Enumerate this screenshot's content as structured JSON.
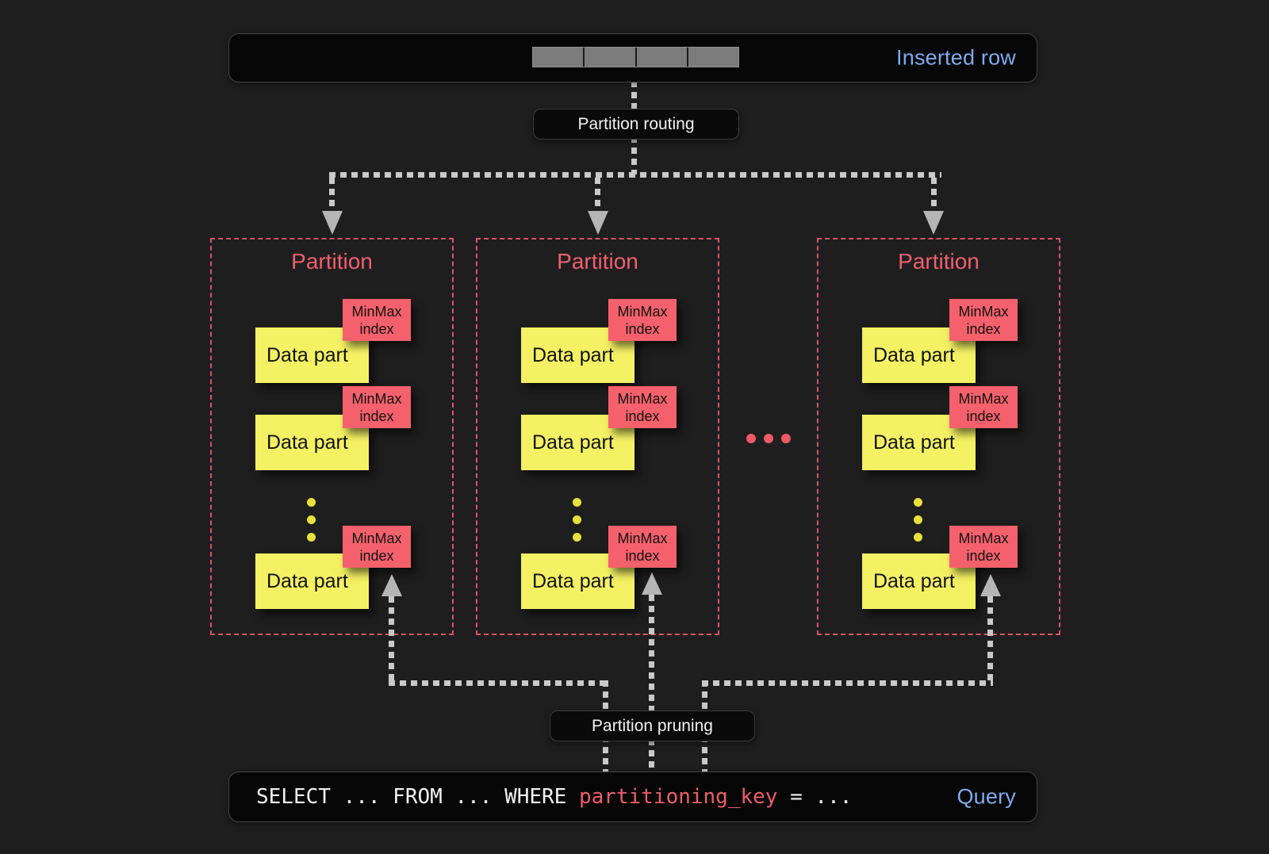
{
  "inserted_row": {
    "label": "Inserted row",
    "segment_count": 4
  },
  "labels": {
    "routing": "Partition routing",
    "pruning": "Partition pruning"
  },
  "partitions": [
    {
      "title": "Partition",
      "data_parts": [
        {
          "label": "Data part",
          "index_line1": "MinMax",
          "index_line2": "index"
        },
        {
          "label": "Data part",
          "index_line1": "MinMax",
          "index_line2": "index"
        },
        {
          "label": "Data part",
          "index_line1": "MinMax",
          "index_line2": "index"
        }
      ]
    },
    {
      "title": "Partition",
      "data_parts": [
        {
          "label": "Data part",
          "index_line1": "MinMax",
          "index_line2": "index"
        },
        {
          "label": "Data part",
          "index_line1": "MinMax",
          "index_line2": "index"
        },
        {
          "label": "Data part",
          "index_line1": "MinMax",
          "index_line2": "index"
        }
      ]
    },
    {
      "title": "Partition",
      "data_parts": [
        {
          "label": "Data part",
          "index_line1": "MinMax",
          "index_line2": "index"
        },
        {
          "label": "Data part",
          "index_line1": "MinMax",
          "index_line2": "index"
        },
        {
          "label": "Data part",
          "index_line1": "MinMax",
          "index_line2": "index"
        }
      ]
    }
  ],
  "ellipsis": {
    "between_partitions": "...",
    "between_data_parts": "..."
  },
  "query": {
    "sql_prefix": "SELECT ... FROM ... WHERE ",
    "sql_key": "partitioning_key",
    "sql_suffix": " = ...",
    "label": "Query"
  },
  "colors": {
    "background": "#1e1e1e",
    "panel_black": "#060606",
    "accent_red": "#ef5d6c",
    "accent_yellow": "#f4f164",
    "accent_blue": "#7fabef",
    "connector_gray": "#c9c9c9"
  }
}
